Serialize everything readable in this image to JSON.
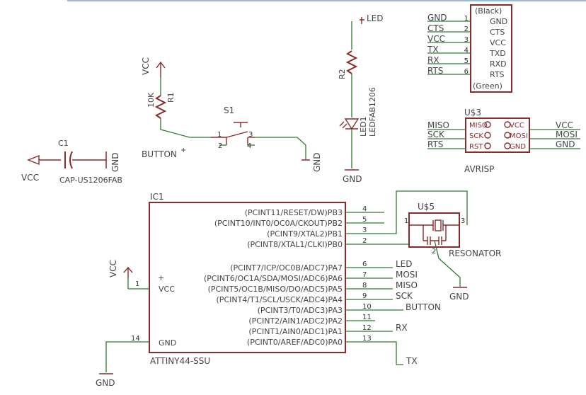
{
  "supplies": {
    "vcc_r1": "VCC",
    "vcc_c1": "VCC",
    "vcc_ic": "VCC",
    "led_top": "LED",
    "gnd_c1": "GND",
    "gnd_s1": "GND",
    "gnd_led": "GND",
    "gnd_res": "GND",
    "gnd_ic": "GND"
  },
  "r1": {
    "name": "R1",
    "value": "10K"
  },
  "r2": {
    "name": "R2"
  },
  "c1": {
    "name": "C1",
    "value": "CAP-US1206FAB"
  },
  "s1": {
    "name": "S1",
    "pins": [
      "1",
      "2",
      "3",
      "4"
    ]
  },
  "button_label": "BUTTON",
  "led1": {
    "name": "LED1",
    "value": "LEDFAB1206"
  },
  "ftdi": {
    "top": "(Black)",
    "bottom": "(Green)",
    "pins": [
      {
        "num": "1",
        "name": "GND",
        "net": "GND"
      },
      {
        "num": "2",
        "name": "CTS",
        "net": "CTS"
      },
      {
        "num": "3",
        "name": "VCC",
        "net": "VCC"
      },
      {
        "num": "4",
        "name": "TXD",
        "net": "TX"
      },
      {
        "num": "5",
        "name": "RXD",
        "net": "RX"
      },
      {
        "num": "6",
        "name": "RTS",
        "net": "RTS"
      }
    ]
  },
  "u3": {
    "name": "U$3",
    "value": "AVRISP",
    "left_nets": [
      "MISO",
      "SCK",
      "RTS"
    ],
    "right_nets": [
      "VCC",
      "MOSI",
      "GND"
    ],
    "left_pins": [
      "MISO",
      "SCK",
      "RST"
    ],
    "right_pins": [
      "VCC",
      "MOSI",
      "GND"
    ]
  },
  "ic1": {
    "name": "IC1",
    "value": "ATTINY44-SSU",
    "vcc_pin": "VCC",
    "gnd_pin": "GND",
    "vcc_num": "1",
    "gnd_num": "14",
    "plus": "+",
    "pins": [
      {
        "label": "(PCINT11/RESET/DW)PB3",
        "num": "4"
      },
      {
        "label": "(PCINT10/INT0/OC0A/CKOUT)PB2",
        "num": "5"
      },
      {
        "label": "(PCINT9/XTAL2)PB1",
        "num": "3"
      },
      {
        "label": "(PCINT8/XTAL1/CLKI)PB0",
        "num": "2"
      },
      {
        "label": "(PCINT7/ICP/OC0B/ADC7)PA7",
        "num": "6"
      },
      {
        "label": "(PCINT6/OC1A/SDA/MOSI/ADC6)PA6",
        "num": "7"
      },
      {
        "label": "(PCINT5/OC1B/MISO/DO/ADC5)PA5",
        "num": "8"
      },
      {
        "label": "(PCINT4/T1/SCL/USCK/ADC4)PA4",
        "num": "9"
      },
      {
        "label": "(PCINT3/T0/ADC3)PA3",
        "num": "10"
      },
      {
        "label": "(PCINT2/AIN1/ADC2)PA2",
        "num": "11"
      },
      {
        "label": "(PCINT1/AIN0/ADC1)PA1",
        "num": "12"
      },
      {
        "label": "(PCINT0/AREF/ADC0)PA0",
        "num": "13"
      }
    ],
    "nets": {
      "pa7": "LED",
      "pa6": "MOSI",
      "pa5": "MISO",
      "pa4": "SCK",
      "pa3": "BUTTON",
      "pa1": "RX",
      "pa0": "TX"
    }
  },
  "u5": {
    "name": "U$5",
    "value": "RESONATOR",
    "pins": [
      "1",
      "2",
      "3"
    ]
  }
}
